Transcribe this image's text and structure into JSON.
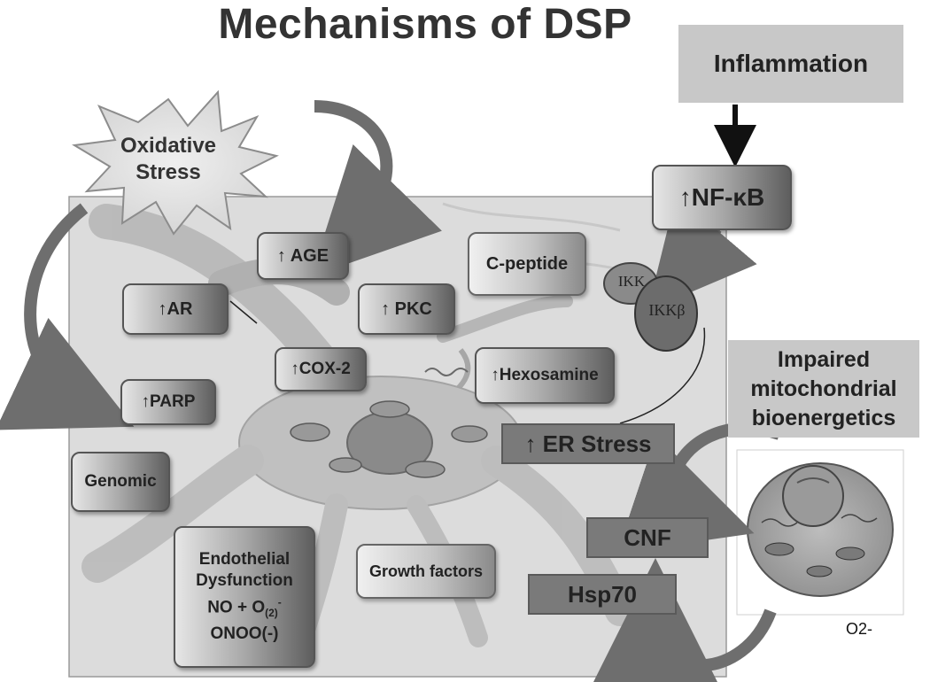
{
  "title": "Mechanisms of DSP",
  "inflammation": "Inflammation",
  "oxidative_stress": [
    "Oxidative",
    "Stress"
  ],
  "nfkb": "↑NF-κB",
  "age": "↑ AGE",
  "ar": "↑AR",
  "pkc": "↑ PKC",
  "c_peptide": "C-peptide",
  "cox2": "↑COX-2",
  "parp": "↑PARP",
  "hexosamine": "↑Hexosamine",
  "er_stress": "↑ ER Stress",
  "genomic": "Genomic",
  "endothelial": {
    "line1": "Endothelial",
    "line2": "Dysfunction",
    "line3_pre": "NO + O",
    "line3_sub": "(2)",
    "line3_sup": "-",
    "line4": "ONOO(-)"
  },
  "growth_factors": "Growth factors",
  "cnf": "CNF",
  "hsp70": "Hsp70",
  "ikk": "IKK",
  "ikkb": "IKKβ",
  "impaired": [
    "Impaired",
    "mitochondrial",
    "bioenergetics"
  ],
  "o2": "O2-",
  "colors": {
    "arrow": "#6e6e6e",
    "panel": "#d9d9d9",
    "dark_box": "#7a7a7a",
    "light_box": "#c8c8c8"
  }
}
